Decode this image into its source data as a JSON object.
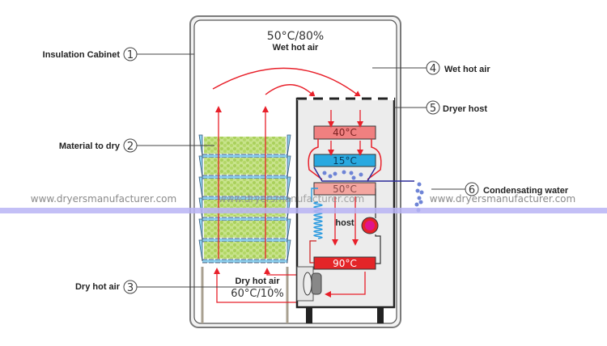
{
  "diagram": {
    "title_condition": "50°C/80%",
    "title_label": "Wet hot air",
    "bottom_condition": "60°C/10%",
    "bottom_label": "Dry hot air",
    "host_label": "host",
    "coils": [
      {
        "label": "40°C",
        "color": "#f08080"
      },
      {
        "label": "15°C",
        "color": "#29a9e0"
      },
      {
        "label": "50°C",
        "color": "#f4a6a0"
      },
      {
        "label": "90°C",
        "color": "#e42528"
      }
    ],
    "callouts": [
      {
        "number": "1",
        "label": "Insulation Cabinet"
      },
      {
        "number": "2",
        "label": "Material to dry"
      },
      {
        "number": "3",
        "label": "Dry hot air"
      },
      {
        "number": "4",
        "label": "Wet hot air"
      },
      {
        "number": "5",
        "label": "Dryer host"
      },
      {
        "number": "6",
        "label": "Condensating water"
      }
    ],
    "watermark": "www.dryersmanufacturer.com",
    "colors": {
      "airflow": "#e8202a",
      "material": "#b5d86a",
      "tray": "#8fd0ee",
      "band": "#b9b4f5",
      "compressor": "#e0148c"
    }
  }
}
